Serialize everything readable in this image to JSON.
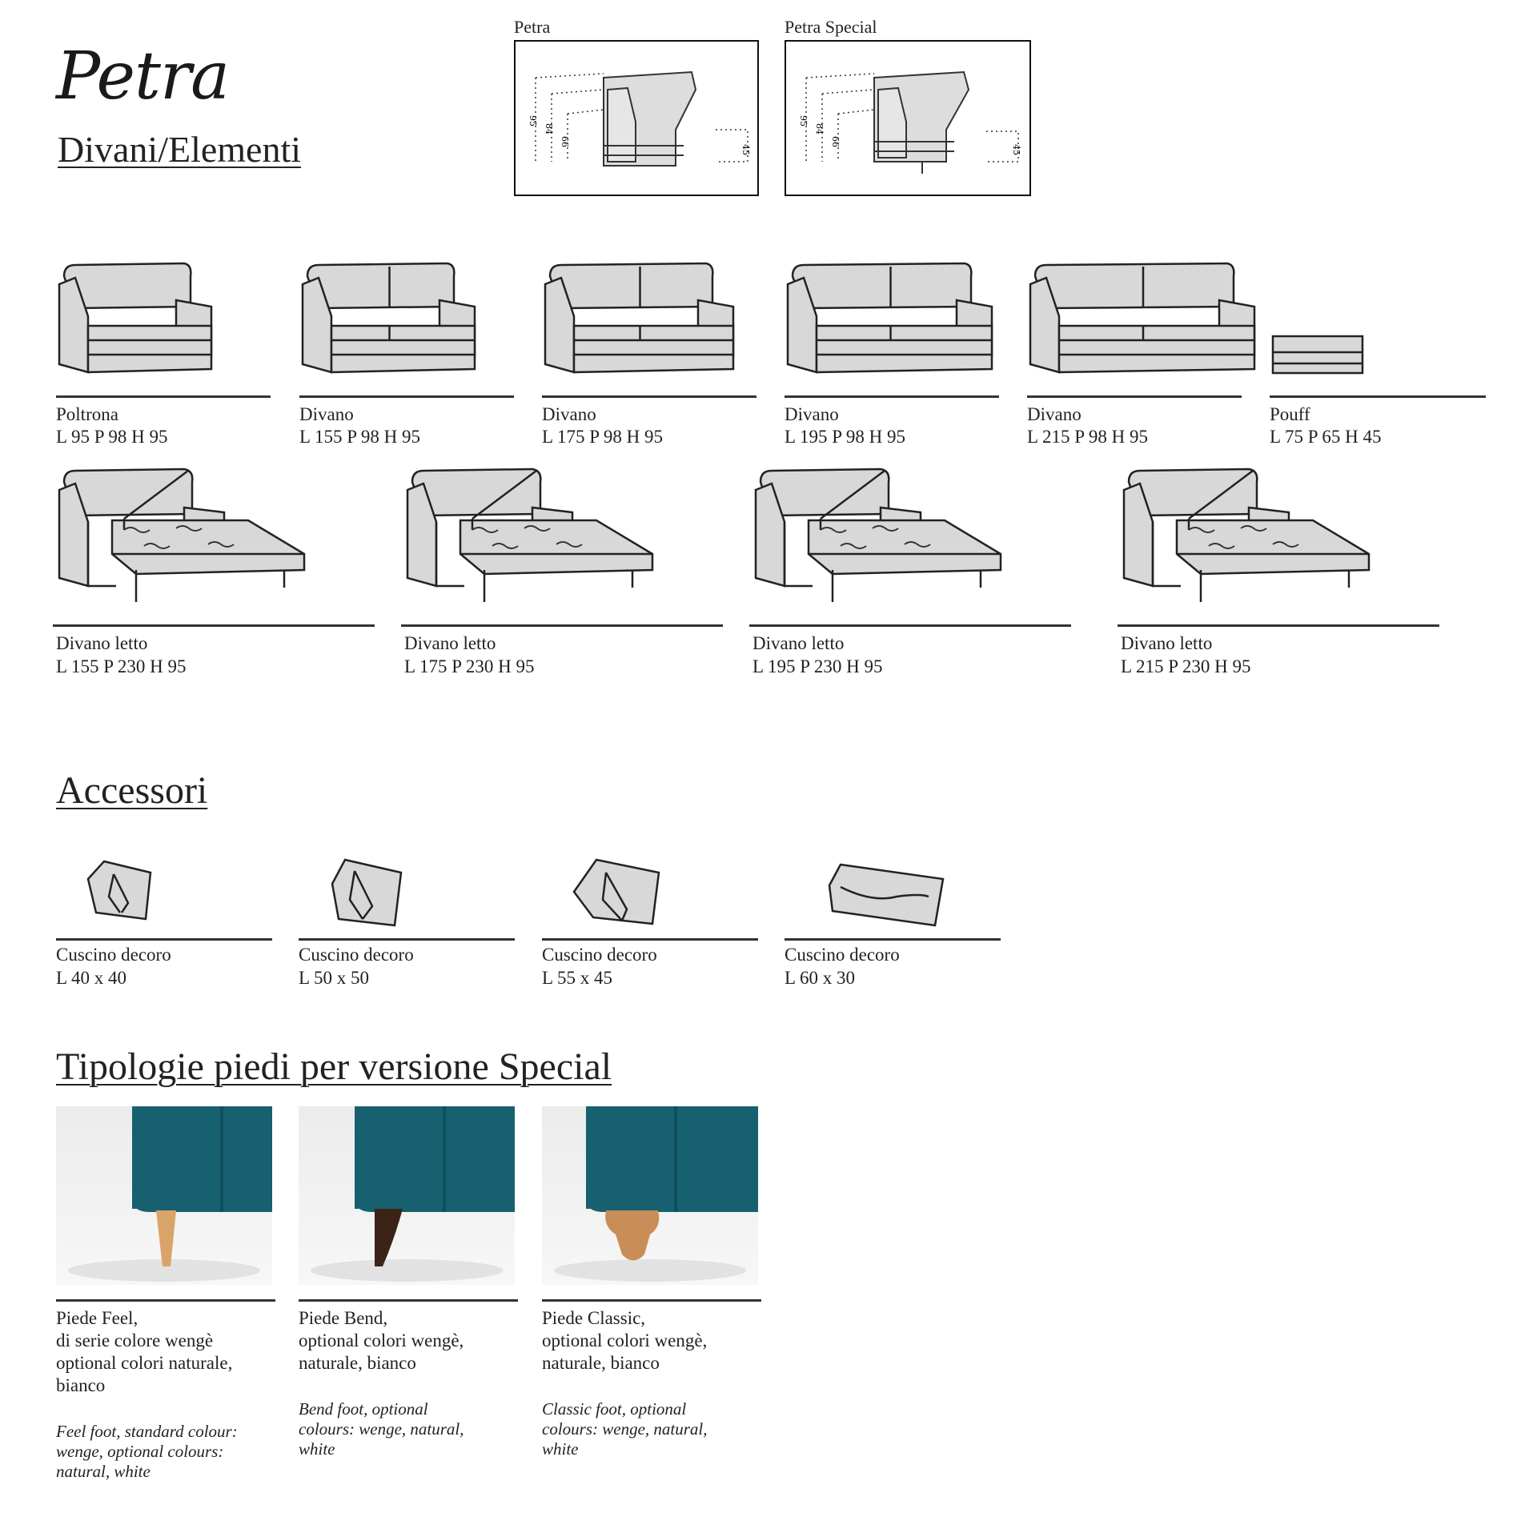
{
  "header": {
    "brand": "Petra",
    "subtitle": "Divani/Elementi",
    "diagrams": [
      {
        "label": "Petra",
        "dims": [
          "95",
          "84",
          "66",
          "45"
        ]
      },
      {
        "label": "Petra Special",
        "dims": [
          "95",
          "84",
          "66",
          "45"
        ]
      }
    ]
  },
  "sofas": [
    {
      "name": "Poltrona",
      "dims": "L 95 P 98 H 95"
    },
    {
      "name": "Divano",
      "dims": "L 155 P 98 H 95"
    },
    {
      "name": "Divano",
      "dims": "L 175 P 98 H 95"
    },
    {
      "name": "Divano",
      "dims": "L 195 P 98 H 95"
    },
    {
      "name": "Divano",
      "dims": "L 215 P 98 H 95"
    },
    {
      "name": "Pouff",
      "dims": "L 75 P 65 H 45"
    }
  ],
  "beds": [
    {
      "name": "Divano letto",
      "dims": "L 155 P 230 H 95"
    },
    {
      "name": "Divano letto",
      "dims": "L 175 P 230 H 95"
    },
    {
      "name": "Divano letto",
      "dims": "L 195 P 230 H 95"
    },
    {
      "name": "Divano letto",
      "dims": "L 215 P 230 H 95"
    }
  ],
  "accessories": {
    "title": "Accessori",
    "items": [
      {
        "name": "Cuscino decoro",
        "dims": "L 40 x 40"
      },
      {
        "name": "Cuscino decoro",
        "dims": "L 50 x 50"
      },
      {
        "name": "Cuscino decoro",
        "dims": "L 55 x 45"
      },
      {
        "name": "Cuscino decoro",
        "dims": "L 60 x 30"
      }
    ]
  },
  "feet": {
    "title": "Tipologie piedi per versione Special",
    "items": [
      {
        "lines": [
          "Piede Feel,",
          "di serie colore wengè",
          "optional colori naturale,",
          "bianco"
        ],
        "en": [
          "Feel foot, standard colour:",
          "wenge, optional colours:",
          "natural, white"
        ],
        "foot_color": "#d9a46a"
      },
      {
        "lines": [
          "Piede Bend,",
          "optional colori wengè,",
          "naturale, bianco"
        ],
        "en": [
          "Bend foot, optional",
          "colours: wenge, natural,",
          "white"
        ],
        "foot_color": "#3a2418"
      },
      {
        "lines": [
          "Piede Classic,",
          "optional colori wengè,",
          "naturale, bianco"
        ],
        "en": [
          "Classic foot, optional",
          "colours: wenge, natural,",
          "white"
        ],
        "foot_color": "#c98d57"
      }
    ],
    "fabric_color": "#17606f"
  }
}
